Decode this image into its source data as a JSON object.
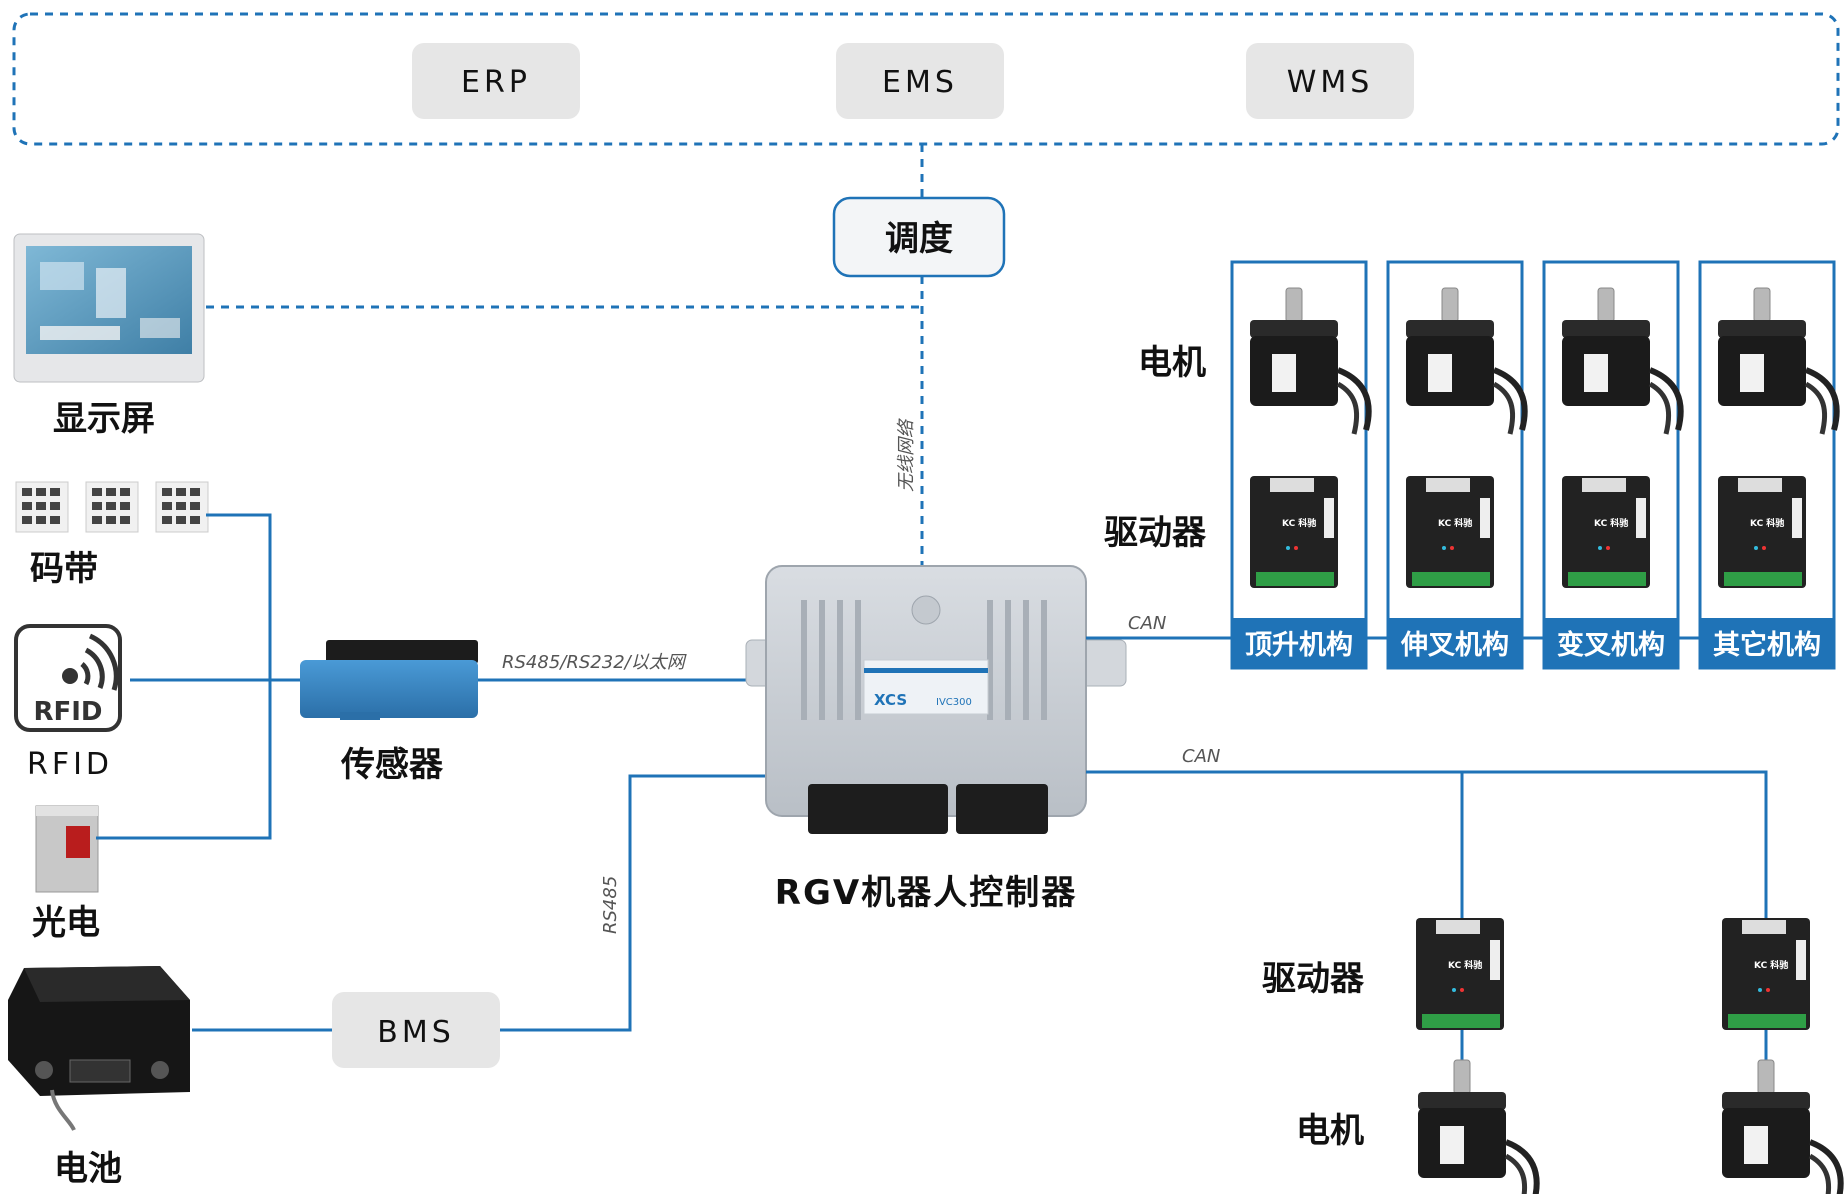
{
  "top_systems": [
    "ERP",
    "EMS",
    "WMS"
  ],
  "dispatch": "调度",
  "wireless": "无线网络",
  "controller": {
    "label": "RGV机器人控制器",
    "brand": "XCS",
    "model": "IVC300"
  },
  "left": {
    "display": "显示屏",
    "code_strip": "码带",
    "rfid_label": "RFID",
    "rfid_icon_text": "RFID",
    "photo": "光电",
    "battery": "电池",
    "sensor": "传感器",
    "bms": "BMS"
  },
  "links": {
    "sensor_link": "RS485/RS232/以太网",
    "bms_link": "RS485",
    "can_top": "CAN",
    "can_bottom": "CAN"
  },
  "right": {
    "motor": "电机",
    "driver": "驱动器",
    "mechanisms": [
      "顶升机构",
      "伸叉机构",
      "变叉机构",
      "其它机构"
    ],
    "bottom_driver": "驱动器",
    "bottom_motor": "电机"
  },
  "colors": {
    "line": "#1f73b7",
    "box": "#1f73b7",
    "pill": "#e6e6e6"
  }
}
